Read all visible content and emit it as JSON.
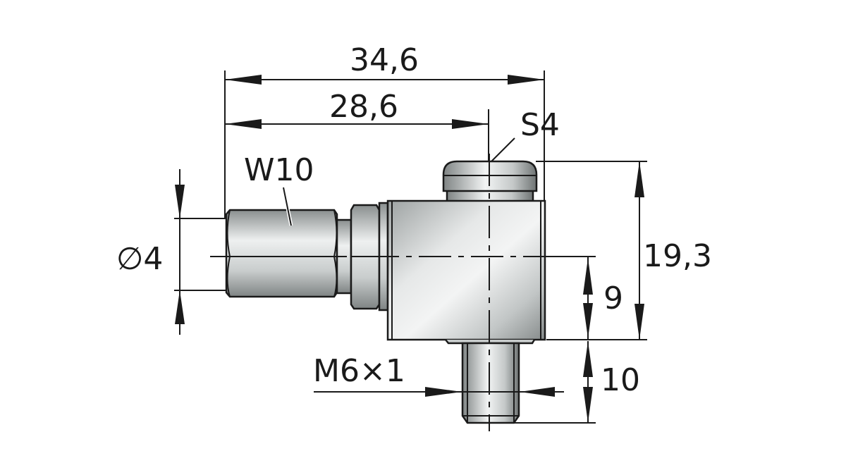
{
  "drawing": {
    "title": "Angled swivel fitting technical drawing",
    "colors": {
      "line": "#1a1a1a",
      "metal_light": "#f0f2f2",
      "metal_mid": "#c8cccc",
      "metal_dark": "#7d8282",
      "background": "#ffffff"
    },
    "dimensions": {
      "overall_length": "34,6",
      "center_length": "28,6",
      "wrench_size_top": "S4",
      "hex_wrench_size": "W10",
      "tube_diameter": "∅4",
      "overall_height": "19,3",
      "center_height": "9",
      "thread_length": "10",
      "thread": "M6×1"
    }
  }
}
